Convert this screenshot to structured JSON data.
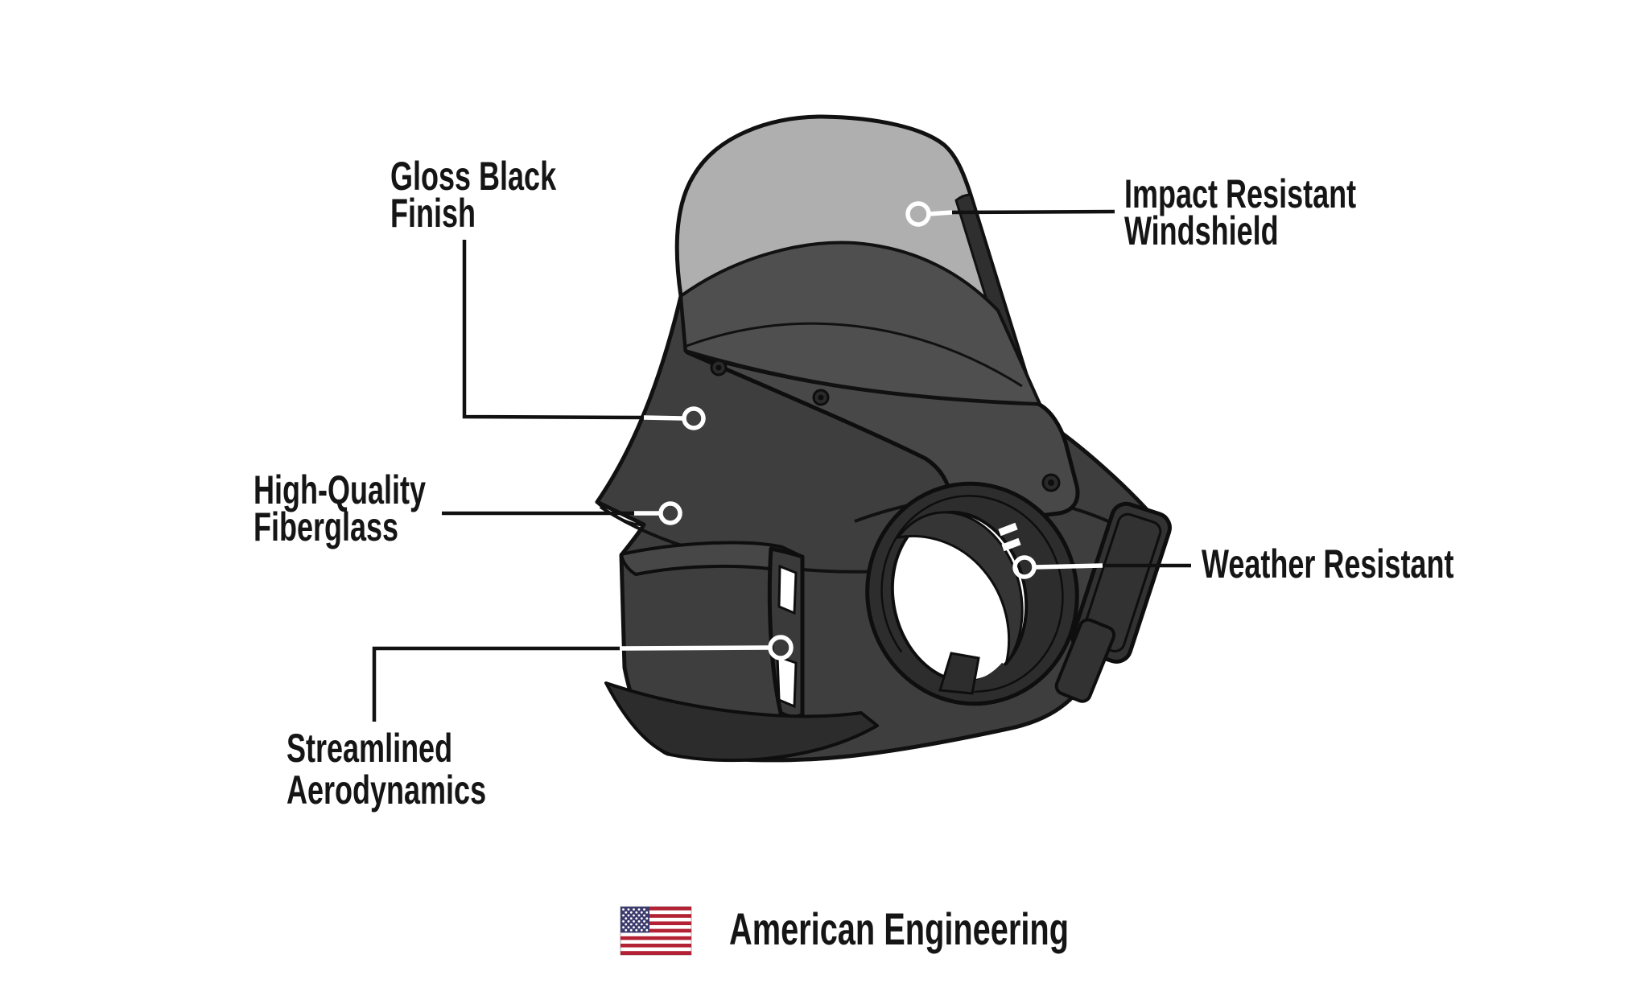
{
  "callouts": {
    "gloss_black": {
      "line1": "Gloss Black",
      "line2": "Finish"
    },
    "impact_windshield": {
      "line1": "Impact Resistant",
      "line2": "Windshield"
    },
    "fiberglass": {
      "line1": "High-Quality",
      "line2": "Fiberglass"
    },
    "weather": {
      "line1": "Weather Resistant",
      "line2": ""
    },
    "aerodynamics": {
      "line1": "Streamlined",
      "line2": "Aerodynamics"
    }
  },
  "footer": {
    "text": "American Engineering",
    "flag_icon": "us-flag-icon"
  },
  "illustration": {
    "subject": "motorcycle-headlight-fairing-with-windshield",
    "parts": [
      "windshield",
      "windshield-trim-edge",
      "fairing-body",
      "mounting-panel",
      "screws",
      "inner-shell",
      "headlight-opening",
      "headlight-bezel",
      "side-vent-scoop",
      "outer-flange"
    ]
  },
  "colors": {
    "background": "#ffffff",
    "windshield": "#AFAFAF",
    "inner_shell": "#4F4F4F",
    "fairing_body": "#3E3E3E",
    "mounting_panel": "#484848",
    "bezel": "#2D2D2D",
    "outline": "#111111",
    "label_text": "#151515",
    "leader_black": "#111111",
    "leader_white": "#ffffff",
    "flag_red": "#B22234",
    "flag_blue": "#3C3B6E"
  }
}
